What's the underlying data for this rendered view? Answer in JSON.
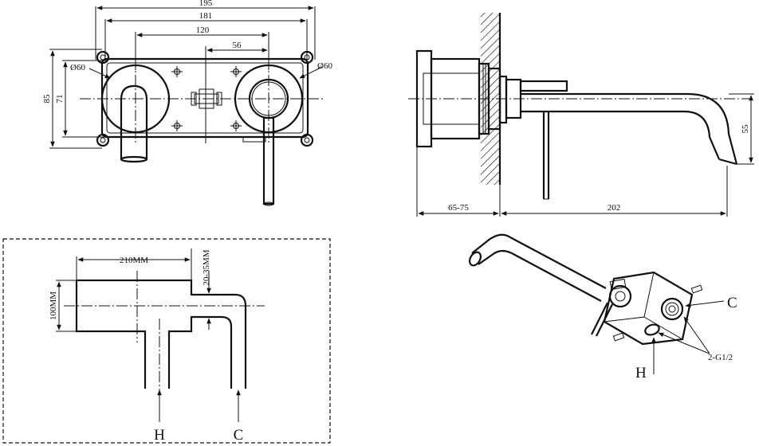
{
  "front_view": {
    "dim_total_width": "195",
    "dim_box_width": "181",
    "dim_center_distance": "120",
    "dim_middle_width": "56",
    "dim_total_height": "85",
    "dim_box_height": "71",
    "dim_left_diameter": "Ø60",
    "dim_right_diameter": "Ø60"
  },
  "side_view": {
    "dim_wall_depth": "65-75",
    "dim_spout_length": "202",
    "dim_spout_height": "55"
  },
  "install_view": {
    "dim_width": "210MM",
    "dim_depth": "20-35MM",
    "dim_height": "100MM",
    "label_hot": "H",
    "label_cold": "C"
  },
  "iso_view": {
    "label_cold": "C",
    "label_hot": "H",
    "label_thread": "2-G1/2"
  }
}
